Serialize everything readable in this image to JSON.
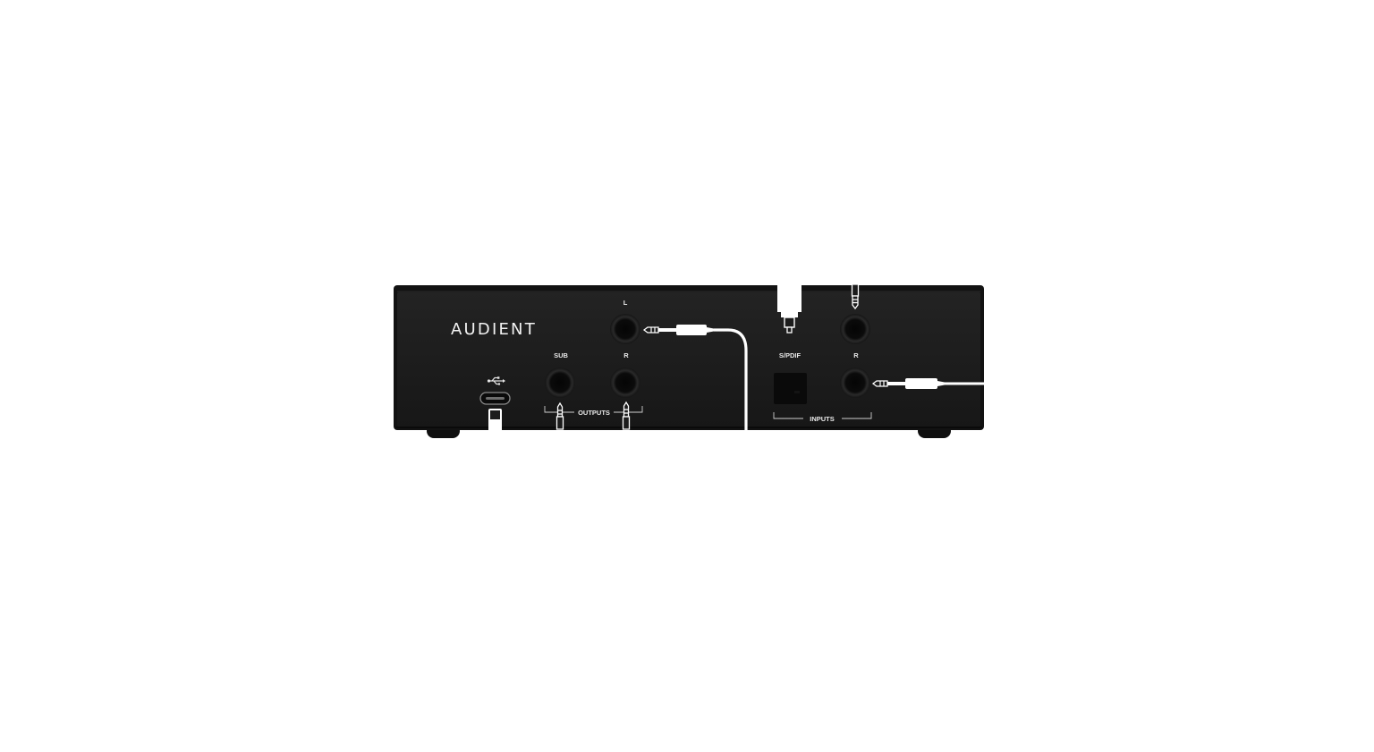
{
  "device": {
    "brand": "AUDIENT",
    "panel_color": "#1c1c1c",
    "cable_color": "#ffffff",
    "background_color": "#ffffff"
  },
  "labels": {
    "usb_symbol": "usb-icon",
    "output_l": "L",
    "output_sub": "SUB",
    "output_r": "R",
    "outputs_group": "OUTPUTS",
    "spdif": "S/PDIF",
    "input_r": "R",
    "inputs_group": "INPUTS"
  }
}
